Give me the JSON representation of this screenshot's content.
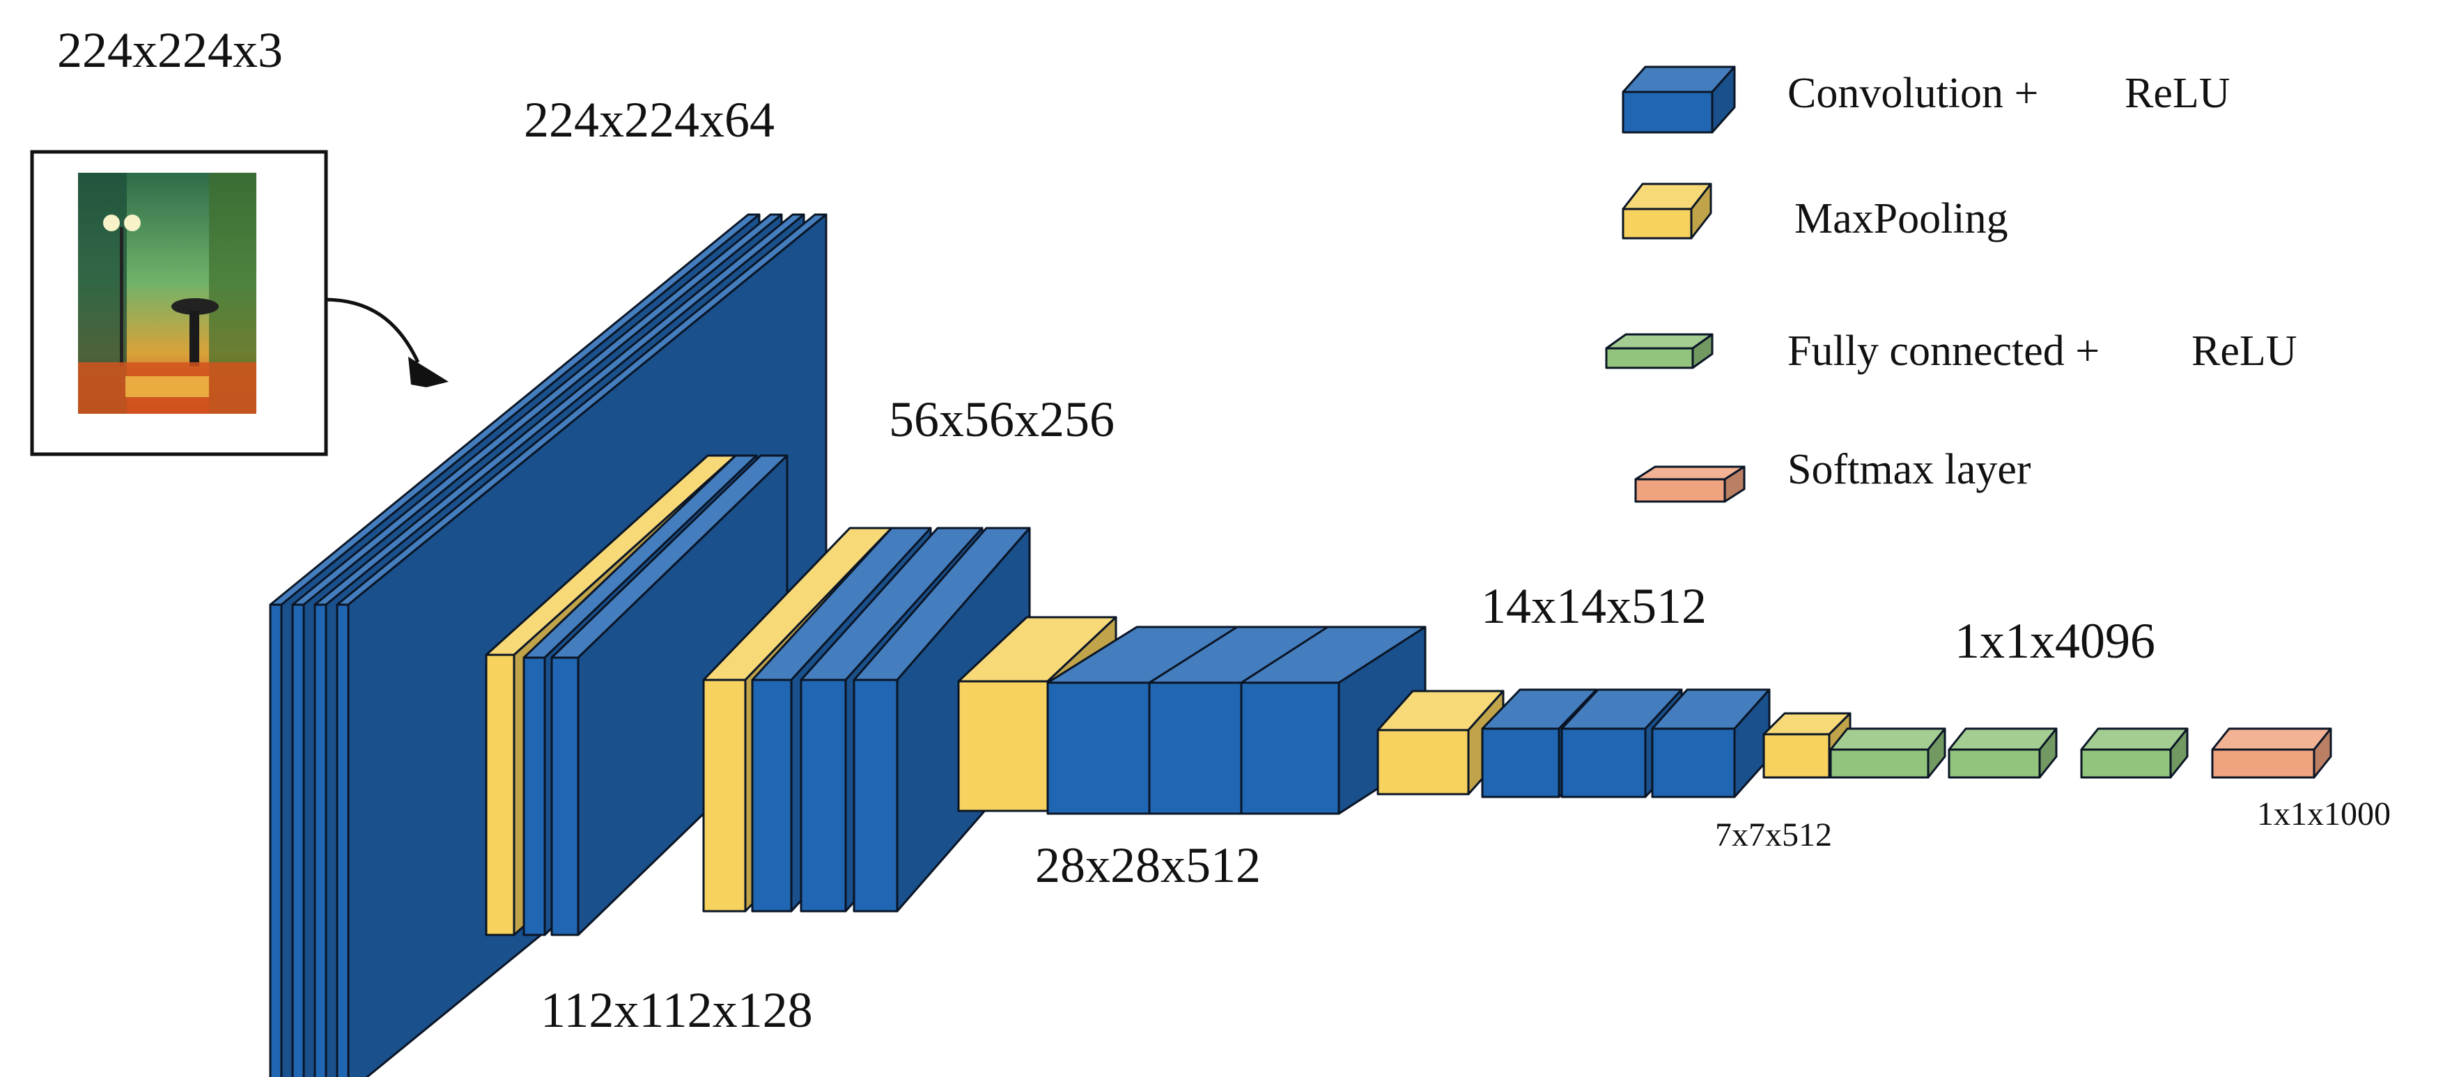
{
  "diagram": {
    "input_label": "224x224x3",
    "stage_labels": {
      "conv1": "224x224x64",
      "conv2": "112x112x128",
      "conv3": "56x56x256",
      "conv4": "28x28x512",
      "conv5": "14x14x512",
      "pool5": "7x7x512",
      "fc": "1x1x4096",
      "softmax": "1x1x1000"
    },
    "legend": {
      "conv": {
        "label": "Convolution +",
        "suffix": "ReLU"
      },
      "pool": {
        "label": "MaxPooling"
      },
      "fc": {
        "label": "Fully connected +",
        "suffix": "ReLU"
      },
      "softmax": {
        "label": "Softmax layer"
      }
    },
    "colors": {
      "conv": "#2166b2",
      "pool": "#f7d25e",
      "fc": "#93c47d",
      "softmax": "#f0a37f",
      "outline": "#0a1526"
    }
  }
}
